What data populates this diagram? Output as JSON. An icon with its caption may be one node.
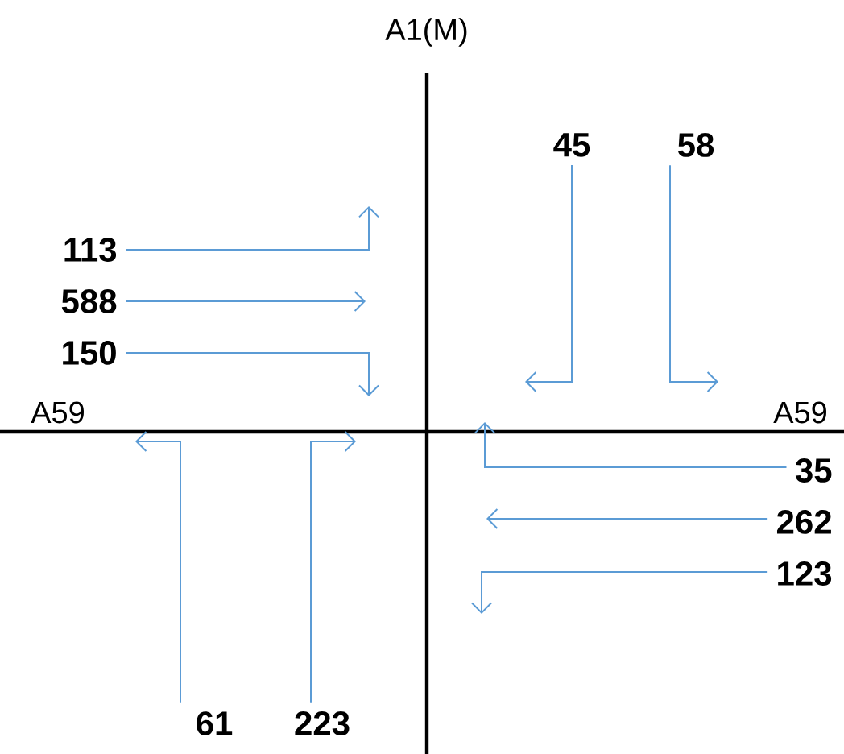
{
  "diagram": {
    "nodes": [
      {
        "text": [
          "45"
        ]
      },
      {
        "text": [
          "58"
        ]
      },
      {
        "text": [
          "113"
        ]
      },
      {
        "text": [
          "588"
        ]
      },
      {
        "text": [
          "150"
        ]
      },
      {
        "text": [
          "35"
        ]
      },
      {
        "text": [
          "262"
        ]
      },
      {
        "text": [
          "123"
        ]
      },
      {
        "text": [
          "61"
        ]
      },
      {
        "text": [
          "223"
        ]
      }
    ],
    "edges": [
      {
        "from": 0,
        "to": null,
        "arrow": "to"
      },
      {
        "from": 1,
        "to": null,
        "arrow": "to"
      },
      {
        "from": 2,
        "to": null,
        "arrow": "to"
      },
      {
        "from": 3,
        "to": null,
        "arrow": "to"
      },
      {
        "from": 4,
        "to": null,
        "arrow": "to"
      },
      {
        "from": 5,
        "to": null,
        "arrow": "to"
      },
      {
        "from": 6,
        "to": null,
        "arrow": "to"
      },
      {
        "from": 7,
        "to": null,
        "arrow": "to"
      },
      {
        "from": 8,
        "to": null,
        "arrow": "to"
      },
      {
        "from": 9,
        "to": null,
        "arrow": "to"
      }
    ],
    "labels": [
      "A1(M)",
      "A59",
      "A59"
    ]
  }
}
